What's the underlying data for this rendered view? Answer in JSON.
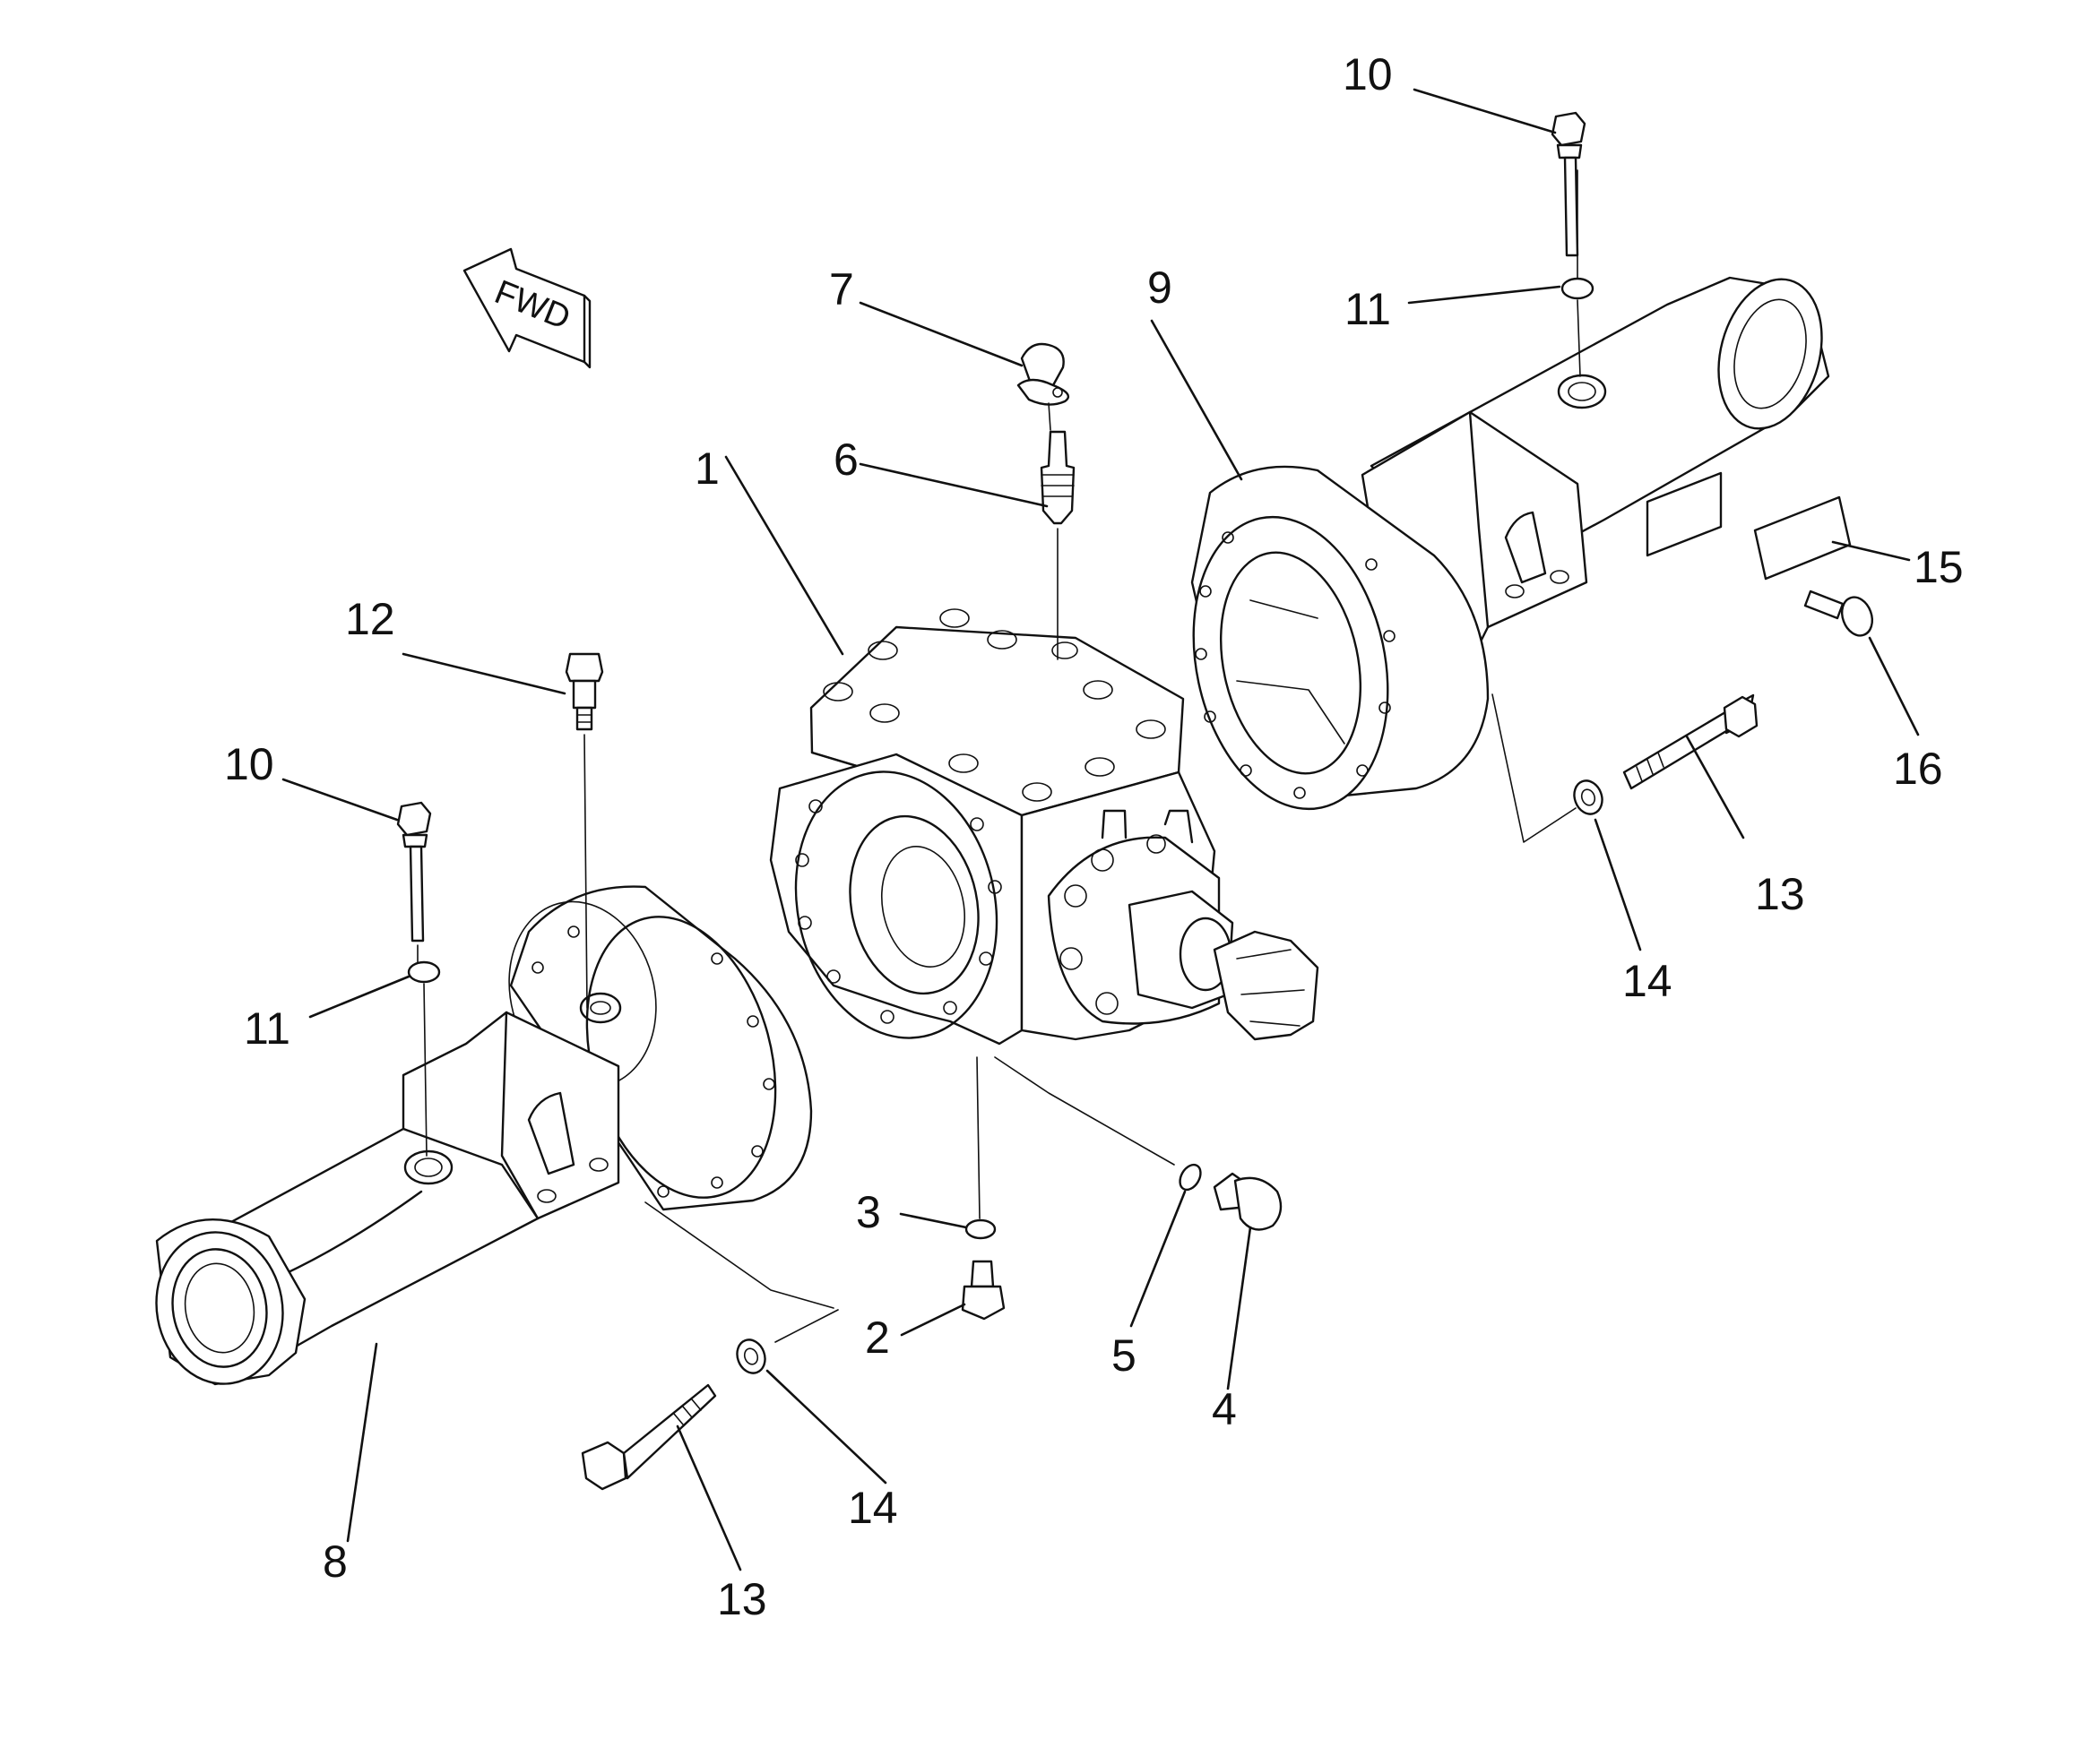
{
  "direction_arrow": {
    "text": "FWD"
  },
  "callouts": {
    "c1": "1",
    "c2": "2",
    "c3": "3",
    "c4": "4",
    "c5": "5",
    "c6": "6",
    "c7": "7",
    "c8": "8",
    "c9": "9",
    "c10a": "10",
    "c10b": "10",
    "c11a": "11",
    "c11b": "11",
    "c12": "12",
    "c13a": "13",
    "c13b": "13",
    "c14a": "14",
    "c14b": "14",
    "c15": "15",
    "c16": "16"
  }
}
